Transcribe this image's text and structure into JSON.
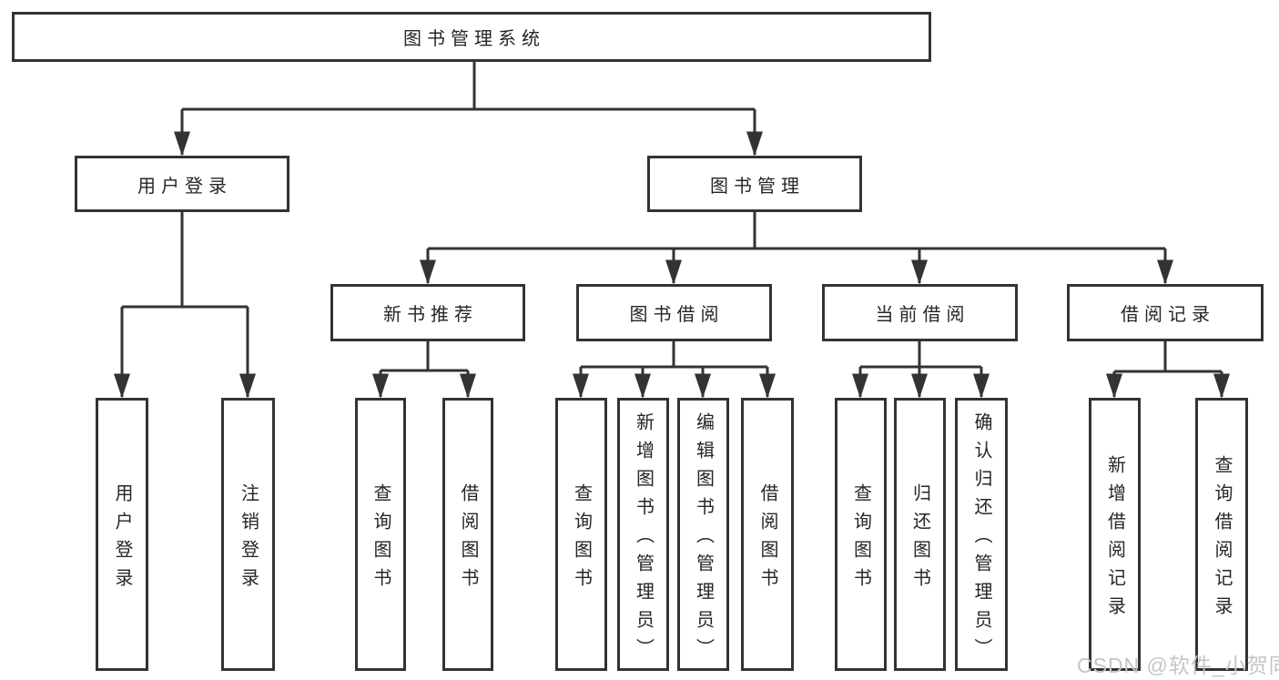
{
  "diagram": {
    "title": "图书管理系统",
    "tree": {
      "label": "图书管理系统",
      "children": [
        {
          "label": "用户登录",
          "children": [
            {
              "label": "用户登录"
            },
            {
              "label": "注销登录"
            }
          ]
        },
        {
          "label": "图书管理",
          "children": [
            {
              "label": "新书推荐",
              "children": [
                {
                  "label": "查询图书"
                },
                {
                  "label": "借阅图书"
                }
              ]
            },
            {
              "label": "图书借阅",
              "children": [
                {
                  "label": "查询图书"
                },
                {
                  "label": "新增图书（管理员）"
                },
                {
                  "label": "编辑图书（管理员）"
                },
                {
                  "label": "借阅图书"
                }
              ]
            },
            {
              "label": "当前借阅",
              "children": [
                {
                  "label": "查询图书"
                },
                {
                  "label": "归还图书"
                },
                {
                  "label": "确认归还（管理员）"
                }
              ]
            },
            {
              "label": "借阅记录",
              "children": [
                {
                  "label": "新增借阅记录"
                },
                {
                  "label": "查询借阅记录"
                }
              ]
            }
          ]
        }
      ]
    },
    "colors": {
      "line": "#333333",
      "border": "#333333",
      "text": "#262626",
      "background": "#ffffff",
      "watermark": "#c3c6c9"
    }
  },
  "watermark": {
    "text": "CSDN @软件_小贺同学"
  }
}
